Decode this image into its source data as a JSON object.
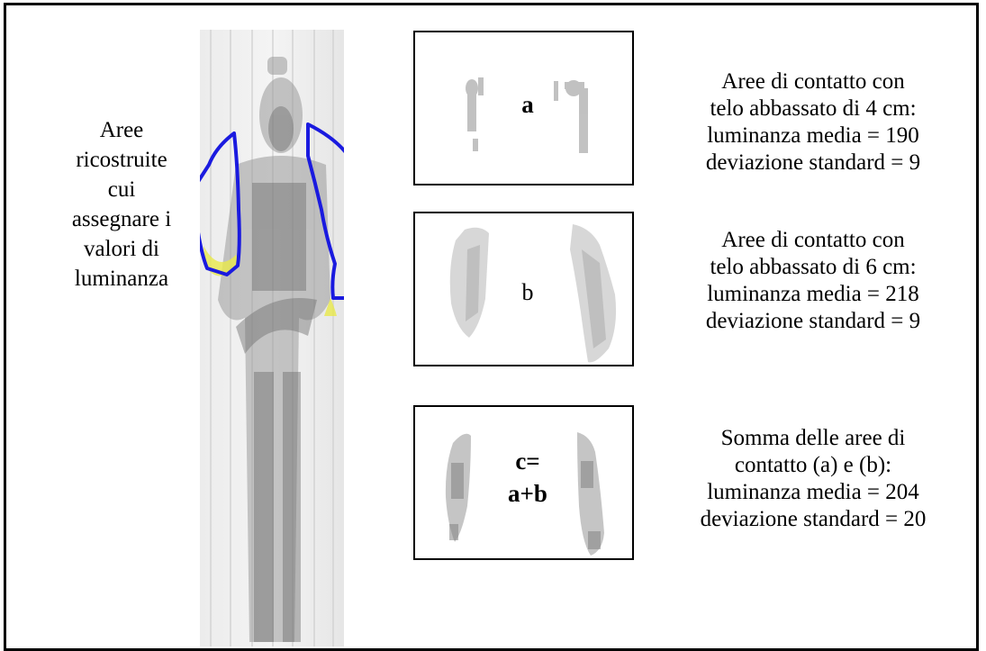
{
  "left_caption": [
    "Aree",
    "ricostruite",
    "cui",
    "assegnare i",
    "valori di",
    "luminanza"
  ],
  "panels": [
    {
      "label_lines": [
        "a"
      ],
      "desc_lines": [
        "Aree di contatto con",
        "telo abbassato di 4 cm:",
        "luminanza media = 190",
        "deviazione standard = 9"
      ]
    },
    {
      "label_lines": [
        "b"
      ],
      "desc_lines": [
        "Aree di contatto con",
        "telo abbassato di 6 cm:",
        "luminanza media = 218",
        "deviazione standard = 9"
      ]
    },
    {
      "label_lines": [
        "c=",
        "a+b"
      ],
      "desc_lines": [
        "Somma delle aree di",
        "contatto (a) e (b):",
        "luminanza media = 204",
        "deviazione standard = 20"
      ]
    }
  ],
  "colors": {
    "outline": "#1a1adf",
    "highlight": "#e8e84a",
    "border": "#000000"
  }
}
